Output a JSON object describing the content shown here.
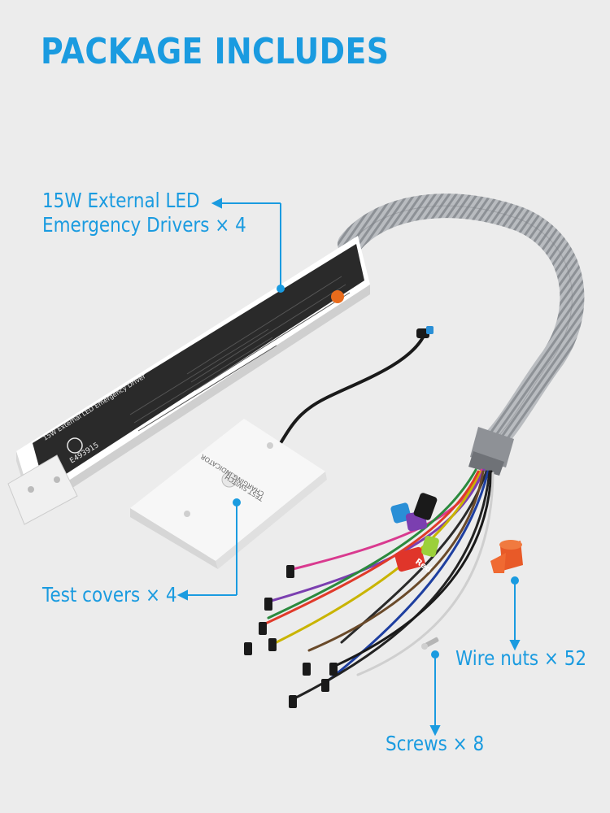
{
  "header": {
    "title": "PACKAGE INCLUDES"
  },
  "items": {
    "driver": {
      "line1": "15W External LED",
      "line2": "Emergency Drivers × 4"
    },
    "test_covers": {
      "label": "Test covers × 4"
    },
    "wire_nuts": {
      "label": "Wire nuts × 52"
    },
    "screws": {
      "label": "Screws × 8"
    }
  },
  "product_markings": {
    "driver_label": "15W External LED Emergency Driver",
    "cert_number": "E493915",
    "plate_text_1": "CHARGING INDICATOR",
    "plate_text_2": "TEST SWITCH",
    "tag_red": "Red"
  },
  "colors": {
    "accent": "#1a9be0",
    "background": "#ececec",
    "driver_body": "#ffffff",
    "driver_label": "#222222"
  }
}
